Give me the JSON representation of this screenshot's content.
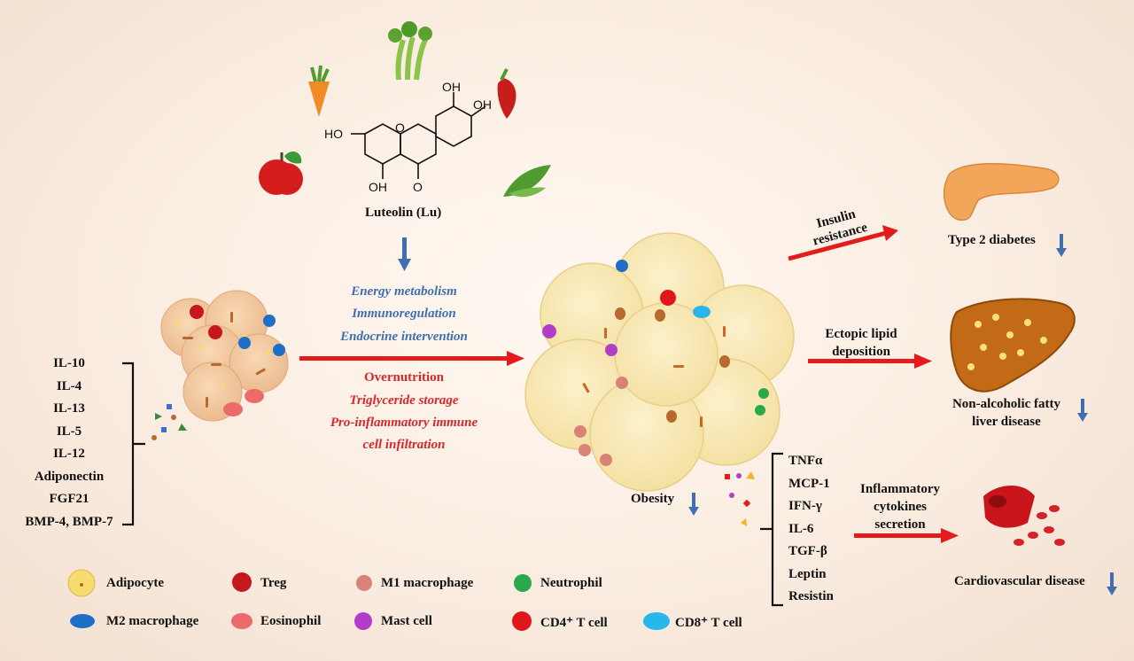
{
  "compound": {
    "name": "Luteolin (Lu)",
    "oh_labels": [
      "OH",
      "OH",
      "HO",
      "OH"
    ],
    "ring_o": "O",
    "carbonyl_o": "O"
  },
  "mechanisms": [
    "Energy metabolism",
    "Immunoregulation",
    "Endocrine intervention"
  ],
  "causes": {
    "first": "Overnutrition",
    "items": [
      "Triglyceride storage",
      "Pro-inflammatory immune",
      "cell infiltration"
    ]
  },
  "secreted_factors": [
    "IL-10",
    "IL-4",
    "IL-13",
    "IL-5",
    "IL-12",
    "Adiponectin",
    "FGF21",
    "BMP-4, BMP-7"
  ],
  "inflammatory_cytokines": [
    "TNFα",
    "MCP-1",
    "IFN-γ",
    "IL-6",
    "TGF-β",
    "Leptin",
    "Resistin"
  ],
  "obesity": {
    "label": "Obesity",
    "trend": "down"
  },
  "pathways": {
    "insulin": "Insulin resistance",
    "insulin_lines": [
      "Insulin",
      "resistance"
    ],
    "ectopic_lines": [
      "Ectopic lipid",
      "deposition"
    ],
    "inflam_lines": [
      "Inflammatory",
      "cytokines",
      "secretion"
    ]
  },
  "outcomes": [
    {
      "label": "Type 2 diabetes",
      "trend": "down"
    },
    {
      "label_lines": [
        "Non-alcoholic fatty",
        "liver disease"
      ],
      "trend": "down"
    },
    {
      "label": "Cardiovascular disease",
      "trend": "down"
    }
  ],
  "legend": [
    {
      "label": "Adipocyte",
      "color": "#f6db6e"
    },
    {
      "label": "Treg",
      "color": "#c4181e"
    },
    {
      "label": "M1 macrophage",
      "color": "#d98378"
    },
    {
      "label": "Neutrophil",
      "color": "#2aa84a"
    },
    {
      "label": "M2 macrophage",
      "color": "#1f6fc9"
    },
    {
      "label": "Eosinophil",
      "color": "#ec6a6a"
    },
    {
      "label": "Mast cell",
      "color": "#b13ec9"
    },
    {
      "label": "CD4⁺ T cell",
      "color": "#e0161a"
    },
    {
      "label": "CD8⁺ T cell",
      "color": "#29b6ea"
    }
  ],
  "colors": {
    "arrow_red": "#e31b1b",
    "arrow_blue": "#3f6fae",
    "adipocyte": "#f7e6b2"
  }
}
